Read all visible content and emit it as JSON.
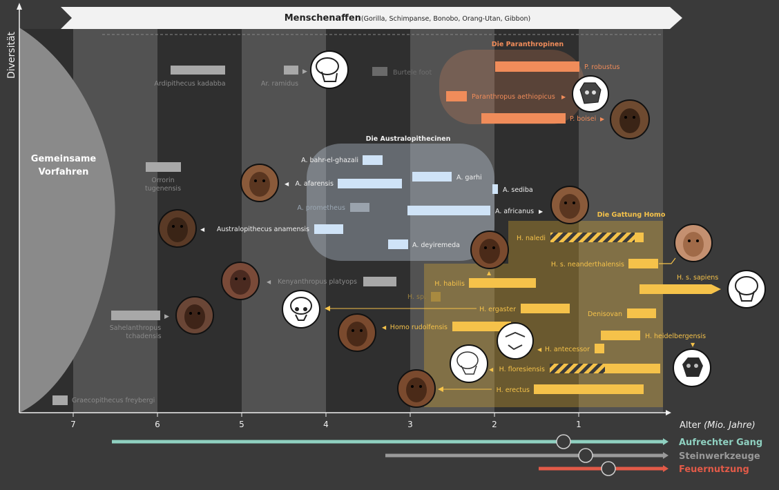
{
  "header": {
    "title": "Menschenaffen",
    "subtitle": "(Gorilla, Schimpanse, Bonobo, Orang-Utan, Gibbon)"
  },
  "axes": {
    "y_label": "Diversität",
    "x_label_main": "Alter ",
    "x_label_unit": "(Mio. Jahre)",
    "ticks": [
      "7",
      "6",
      "5",
      "4",
      "3",
      "2",
      "1"
    ]
  },
  "ancestors": {
    "line1": "Gemeinsame",
    "line2": "Vorfahren"
  },
  "groups": {
    "paranthropinen": "Die Paranthropinen",
    "australopithecinen": "Die Australopithecinen",
    "homo": "Die Gattung Homo"
  },
  "species": {
    "kadabba": "Ardipithecus kadabba",
    "ramidus": "Ar. ramidus",
    "burtele": "Burtele foot",
    "orrorin_1": "Orrorin",
    "orrorin_2": "tugenensis",
    "sahel_1": "Sahelanthropus",
    "sahel_2": "tchadensis",
    "graeco": "Graecopithecus freybergi",
    "kenyan": "Kenyanthropus platyops",
    "robustus": "P. robustus",
    "aethiopicus": "Paranthropus  aethiopicus",
    "boisei": "P. boisei",
    "bahr": "A. bahr-el-ghazali",
    "afarensis": "A. afarensis",
    "garhi": "A. garhi",
    "sediba": "A. sediba",
    "prometheus": "A. prometheus",
    "africanus": "A. africanus",
    "anamensis": "Australopithecus  anamensis",
    "deyiremeda": "A. deyiremeda",
    "naledi": "H. naledi",
    "neander": "H. s. neanderthalensis",
    "sapiens": "H. s. sapiens",
    "habilis": "H. habilis",
    "hsp": "H. sp.",
    "ergaster": "H. ergaster",
    "denisovan": "Denisovan",
    "rudolf": "Homo rudolfensis",
    "heidel": "H. heidelbergensis",
    "antecessor": "H. antecessor",
    "flores": "H. floresiensis",
    "erectus": "H. erectus"
  },
  "traits": {
    "gang": "Aufrechter Gang",
    "werkzeuge": "Steinwerkzeuge",
    "feuer": "Feuernutzung"
  },
  "colors": {
    "background": "#3a3a3a",
    "light_band": "#555555",
    "dark_band": "#2e2e2e",
    "paranthropinen": "#f08c5a",
    "australopithecinen": "#cfe3f7",
    "homo": "#f5c24a",
    "early": "#a8a8a8",
    "gang": "#8fd0c0",
    "werkzeuge": "#9a9a9a",
    "feuer": "#e25a48"
  }
}
